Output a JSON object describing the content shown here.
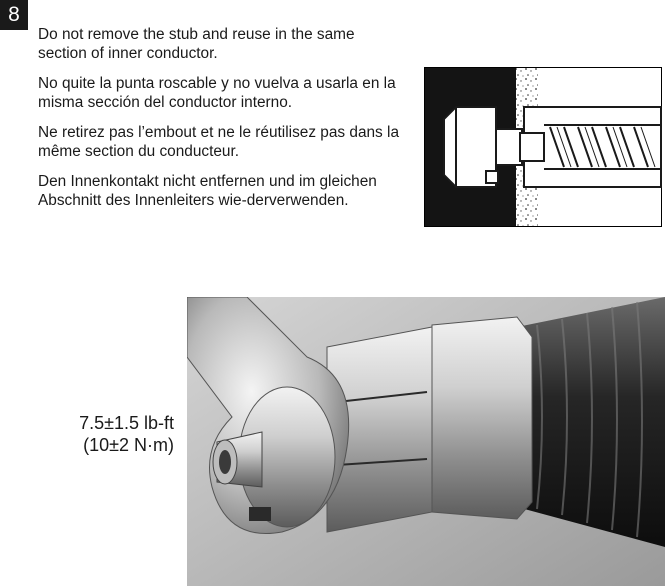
{
  "step": {
    "number": "8"
  },
  "instructions": [
    {
      "lang": "en",
      "text": "Do not remove the stub and reuse in the same section of inner conductor."
    },
    {
      "lang": "es",
      "text": "No quite la punta roscable y no vuelva a usarla en la misma sección del conductor interno."
    },
    {
      "lang": "fr",
      "text": "Ne retirez pas l’embout et ne le réutilisez pas dans la même section du conducteur."
    },
    {
      "lang": "de",
      "text": "Den Innenkontakt nicht entfernen und im gleichen Abschnitt des Innenleiters wie-derverwenden."
    }
  ],
  "torque": {
    "imperial": "7.5±1.5 lb-ft",
    "metric": "(10±2 N·m)"
  },
  "colors": {
    "ink": "#1a1a1a",
    "badge": "#1a1a1a"
  }
}
